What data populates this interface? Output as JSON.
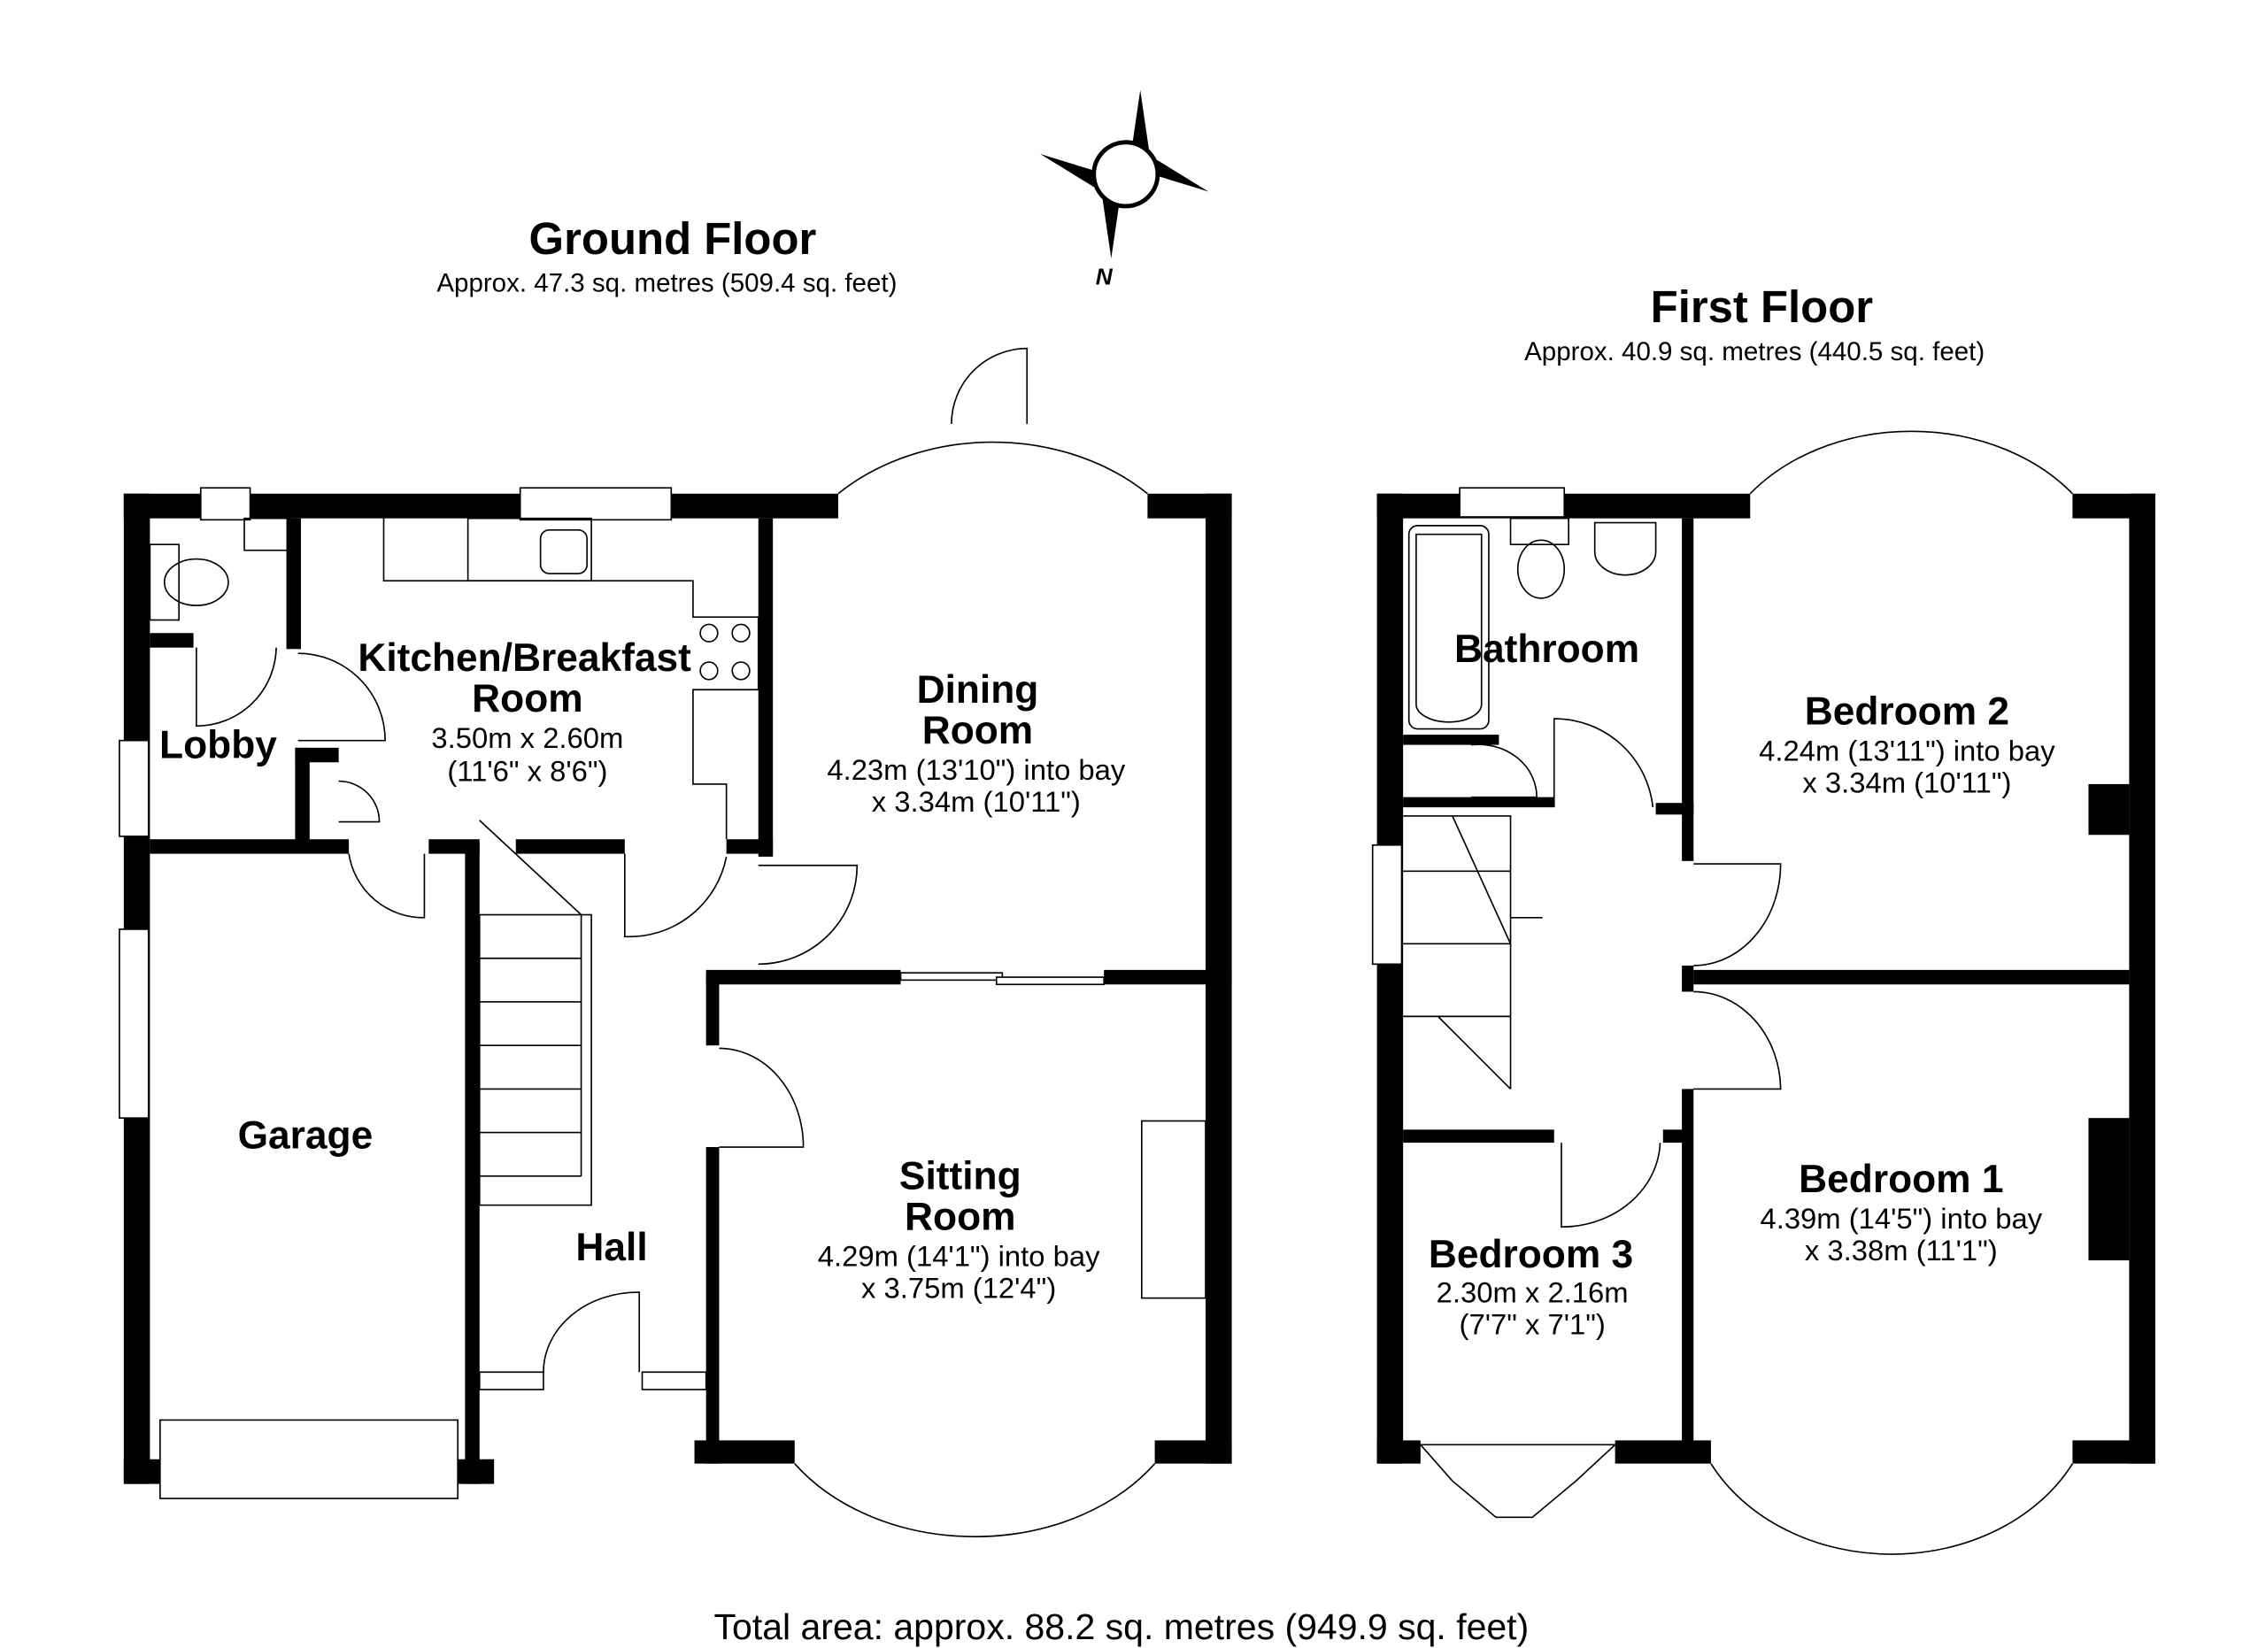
{
  "compass": {
    "label": "N"
  },
  "ground_floor": {
    "title": "Ground Floor",
    "area": "Approx. 47.3 sq. metres (509.4 sq. feet)",
    "rooms": [
      {
        "name_lines": [
          "Kitchen/Breakfast",
          "Room"
        ],
        "dims": [
          "3.50m x 2.60m",
          "(11'6\" x 8'6\")"
        ]
      },
      {
        "name_lines": [
          "Dining",
          "Room"
        ],
        "dims": [
          "4.23m (13'10\") into bay",
          "x 3.34m (10'11\")"
        ]
      },
      {
        "name_lines": [
          "Sitting",
          "Room"
        ],
        "dims": [
          "4.29m (14'1\") into bay",
          "x 3.75m (12'4\")"
        ]
      },
      {
        "name_lines": [
          "Lobby"
        ],
        "dims": []
      },
      {
        "name_lines": [
          "Garage"
        ],
        "dims": []
      },
      {
        "name_lines": [
          "Hall"
        ],
        "dims": []
      }
    ]
  },
  "first_floor": {
    "title": "First Floor",
    "area": "Approx. 40.9 sq. metres (440.5 sq. feet)",
    "rooms": [
      {
        "name_lines": [
          "Bathroom"
        ],
        "dims": []
      },
      {
        "name_lines": [
          "Bedroom 2"
        ],
        "dims": [
          "4.24m (13'11\") into bay",
          "x 3.34m (10'11\")"
        ]
      },
      {
        "name_lines": [
          "Bedroom 1"
        ],
        "dims": [
          "4.39m (14'5\") into bay",
          "x 3.38m (11'1\")"
        ]
      },
      {
        "name_lines": [
          "Bedroom 3"
        ],
        "dims": [
          "2.30m x 2.16m",
          "(7'7\" x 7'1\")"
        ]
      }
    ]
  },
  "total_area": "Total area: approx. 88.2 sq. metres (949.9 sq. feet)"
}
